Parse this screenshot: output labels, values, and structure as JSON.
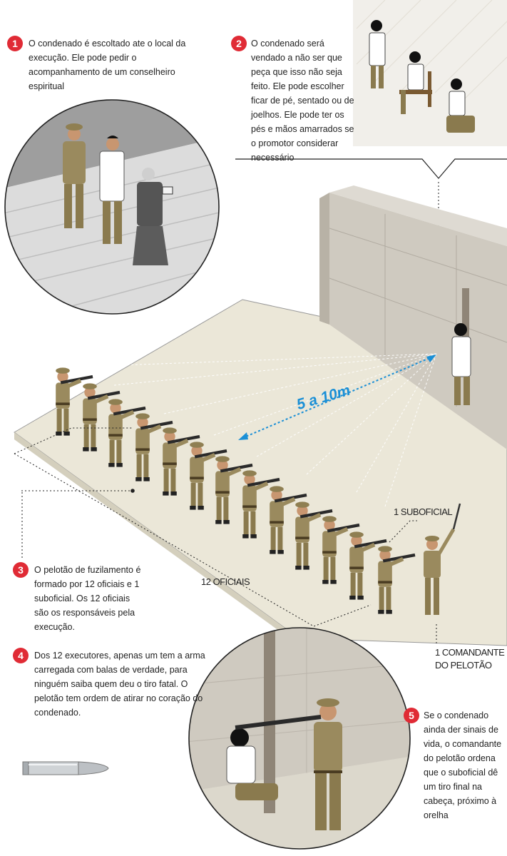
{
  "steps": [
    {
      "number": "1",
      "text": "O condenado é escoltado ate o local da execução. Ele pode pedir o acompanhamento de um conselheiro espiritual"
    },
    {
      "number": "2",
      "text": "O condenado será vendado a não ser que peça que isso não seja feito. Ele pode escolher ficar de pé, sentado ou de joelhos. Ele pode ter os pés e mãos amarrados se o promotor considerar necessário"
    },
    {
      "number": "3",
      "text": "O pelotão de fuzilamento é formado por 12 oficiais e 1 suboficial. Os 12 oficiais são os responsáveis pela execução."
    },
    {
      "number": "4",
      "text": "Dos 12 executores, apenas um tem a arma carregada com balas de verdade, para ninguém saiba quem deu o tiro fatal. O pelotão tem ordem de atirar no coração do condenado."
    },
    {
      "number": "5",
      "text": "Se o condenado ainda der sinais de vida, o comandante do pelotão ordena que o suboficial dê um tiro final na cabeça, próximo à orelha"
    }
  ],
  "labels": {
    "distance": "5 a 10m",
    "officers": "12 OFICIAIS",
    "suboficial": "1 SUBOFICIAL",
    "commander_line1": "1 COMANDANTE",
    "commander_line2": "DO PELOTÃO"
  },
  "colors": {
    "accent_red": "#e02b35",
    "distance_blue": "#1a8fd6",
    "uniform_khaki": "#9a8a5e",
    "wall_gray": "#cfcac0",
    "floor_beige": "#ebe7d8"
  }
}
